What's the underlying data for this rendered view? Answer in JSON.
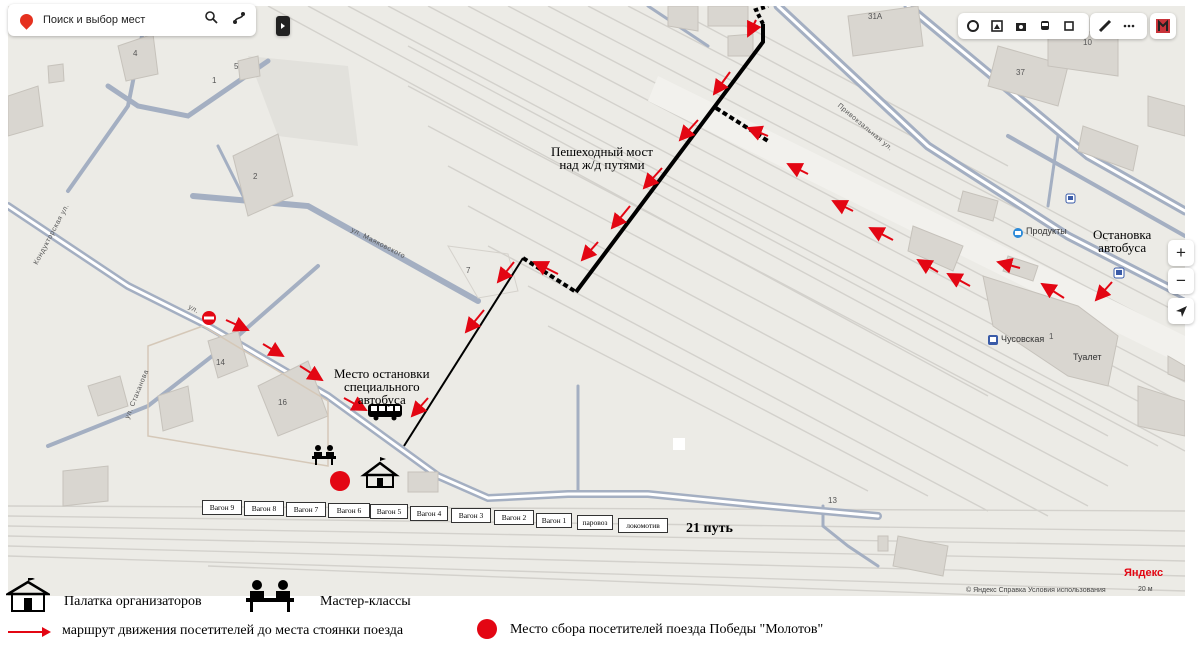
{
  "search": {
    "placeholder": "Поиск и выбор мест"
  },
  "controls": {
    "zoom_in": "+",
    "zoom_out": "−"
  },
  "map": {
    "streets": [
      "ул. Маяковского",
      "Привокзальная ул.",
      "Кондукторская ул.",
      "ул. Стаханова",
      "ул."
    ],
    "buildings": [
      "4",
      "5",
      "1",
      "2",
      "7",
      "14",
      "16",
      "13",
      "31А",
      "10",
      "37",
      "1"
    ],
    "pois": {
      "shop": "Продукты",
      "station": "Чусовская",
      "toilet": "Туалет"
    },
    "copyright": "© Яндекс  Справка  Условия использования",
    "scale": "20 м",
    "brand": "Яндекс"
  },
  "annotations": {
    "bridge_line1": "Пешеходный мост",
    "bridge_line2": "над ж/д путями",
    "bus_stop_line1": "Остановка",
    "bus_stop_line2": "автобуса",
    "special_bus_line1": "Место остановки",
    "special_bus_line2": "специального",
    "special_bus_line3": "автобуса",
    "track": "21 путь"
  },
  "train": {
    "wagons": [
      "Вагон 9",
      "Вагон 8",
      "Вагон 7",
      "Вагон 6",
      "Вагон 5",
      "Вагон 4",
      "Вагон 3",
      "Вагон 2",
      "Вагон 1",
      "паровоз",
      "локомотив"
    ]
  },
  "legend": {
    "organizers_tent": "Палатка организаторов",
    "master_classes": "Мастер-классы",
    "route": "маршрут движения посетителей до места стоянки поезда",
    "meeting_point": "Место сбора посетителей поезда Победы \"Молотов\""
  },
  "colors": {
    "route": "#e30613",
    "road": "#9aa7bc",
    "building": "#d8d5cf",
    "water": "#ecebe6"
  }
}
